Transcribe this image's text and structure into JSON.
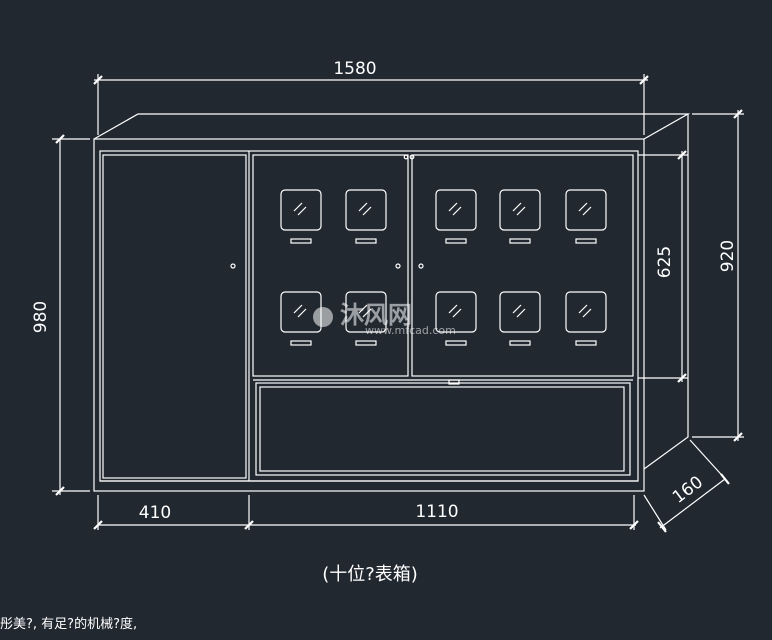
{
  "drawing": {
    "caption": "(十位?表箱)",
    "bottom_note": "彤美?, 有足?的机械?度,",
    "watermark": {
      "brand": "沐风网",
      "url": "www.mfcad.com"
    },
    "dimensions": {
      "overall_width": "1580",
      "overall_height": "980",
      "body_height": "920",
      "meter_section_height": "625",
      "left_section_width": "410",
      "right_section_width": "1110",
      "depth": "160"
    }
  },
  "colors": {
    "background": "#212830",
    "lines": "#ffffff"
  },
  "meter_grid": {
    "rows": 2,
    "meters_per_row": 5,
    "total_meters": 10
  }
}
